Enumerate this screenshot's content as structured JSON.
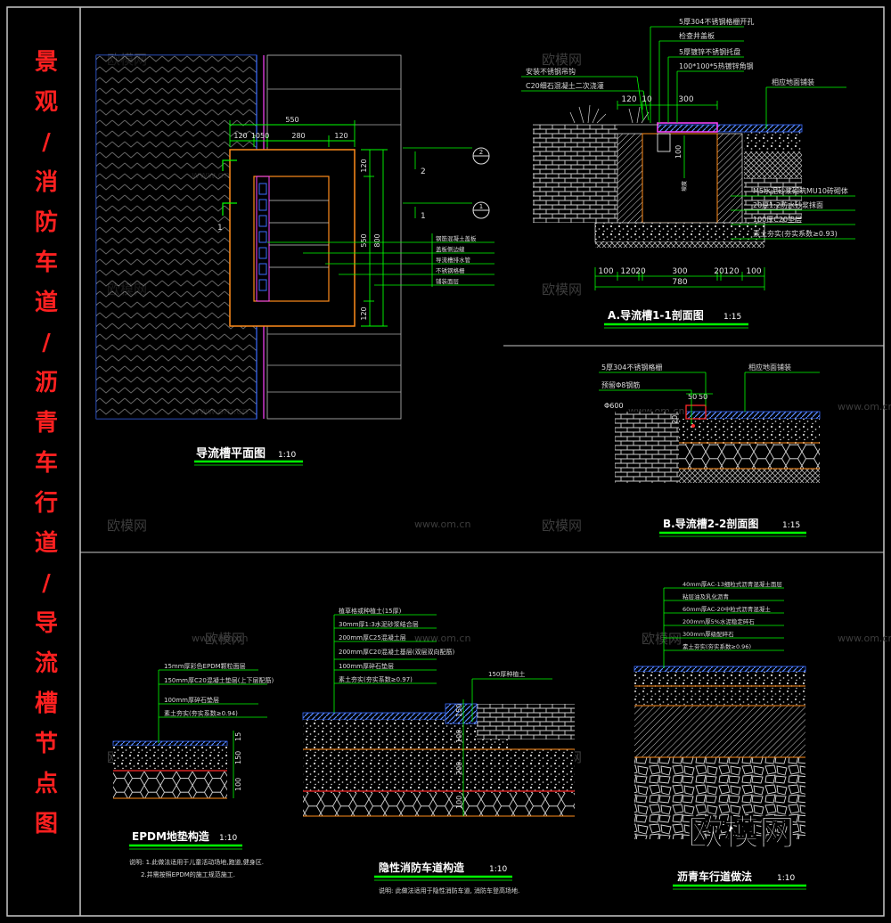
{
  "sheet": {
    "side_title": [
      "景",
      "观",
      "/",
      "消",
      "防",
      "车",
      "道",
      "/",
      "沥",
      "青",
      "车",
      "行",
      "道",
      "/",
      "导",
      "流",
      "槽",
      "节",
      "点",
      "图"
    ]
  },
  "watermark": {
    "logo_text": "欧模网",
    "url_text": "www.om.cn",
    "big_logo_text": "欧模网"
  },
  "plan": {
    "title": "导流槽平面图",
    "scale": "1:10",
    "dims_top": [
      "550",
      "120",
      "1050",
      "280",
      "120"
    ],
    "dims_right": [
      "120",
      "550",
      "800",
      "120"
    ],
    "section_marks": [
      "1",
      "1",
      "2",
      "2"
    ],
    "leader_notes": [
      "钢筋混凝土盖板",
      "盖板侧边缝",
      "导流槽排水管",
      "不锈钢格栅",
      "铺装面层"
    ]
  },
  "section_a": {
    "title": "A.导流槽1-1剖面图",
    "scale": "1:15",
    "top_notes": [
      "5厚304不锈钢格栅开孔",
      "检查井盖板",
      "5厚镀锌不锈钢托盘",
      "100*100*5热镀锌角钢"
    ],
    "left_notes": [
      "安装不锈钢吊钩",
      "C20细石混凝土二次浇灌"
    ],
    "right_notes": [
      "相应地面铺装",
      "M5水泥砂浆砌筑MU10砖砌体",
      "20厚1:2防水砂浆抹面",
      "100厚C20垫层",
      "素土夯实(夯实系数≥0.93)"
    ],
    "dims_top": [
      "120",
      "10",
      "300"
    ],
    "dims_bottom": [
      "100",
      "120",
      "20",
      "300",
      "20",
      "120",
      "100"
    ],
    "dims_total": "780",
    "dims_vertical": [
      "100",
      "坡度"
    ]
  },
  "section_b": {
    "title": "B.导流槽2-2剖面图",
    "scale": "1:15",
    "notes": [
      "5厚304不锈钢格栅",
      "相应地面铺装",
      "预留Φ8钢筋"
    ],
    "dims": [
      "50",
      "50",
      "Φ600",
      "20"
    ]
  },
  "epdm": {
    "title": "EPDM地垫构造",
    "scale": "1:10",
    "notes": [
      "15mm厚彩色EPDM颗粒面层",
      "150mm厚C20混凝土垫层(上下层配筋)",
      "100mm厚碎石垫层",
      "素土夯实(夯实系数≥0.94)"
    ],
    "dims": [
      "15",
      "150",
      "100"
    ],
    "remarks": [
      "说明: 1.此做法适用于儿童活动场地,跑道,健身区.",
      "2.并需按照EPDM的施工规范施工."
    ]
  },
  "fire_lane": {
    "title": "隐性消防车道构造",
    "scale": "1:10",
    "notes": [
      "植草格或种植土(15厚)",
      "30mm厚1:3水泥砂浆结合层",
      "200mm厚C25混凝土层",
      "200mm厚C20混凝土基层(双层双向配筋)",
      "100mm厚碎石垫层",
      "素土夯实(夯实系数≥0.97)"
    ],
    "side_note": "150厚种植土",
    "dims": [
      "150",
      "200",
      "100",
      "100"
    ],
    "remark": "说明: 此做法适用于隐性消防车道, 消防车登高场地."
  },
  "asphalt": {
    "title": "沥青车行道做法",
    "scale": "1:10",
    "notes": [
      "40mm厚AC-13细粒式沥青混凝土面层",
      "粘层油及乳化沥青",
      "60mm厚AC-20中粒式沥青混凝土",
      "200mm厚5%水泥稳定碎石",
      "300mm厚级配碎石",
      "素土夯实(夯实系数≥0.96)"
    ]
  },
  "colors": {
    "background": "#000000",
    "title_red": "#ff2020",
    "accent_green": "#00ff00",
    "cad_green": "#33ff66",
    "border": "#c8c8c8",
    "orange": "#ff8c1a",
    "blue": "#3a6cff",
    "red": "#ff2a2a",
    "magenta": "#ff44ff"
  }
}
